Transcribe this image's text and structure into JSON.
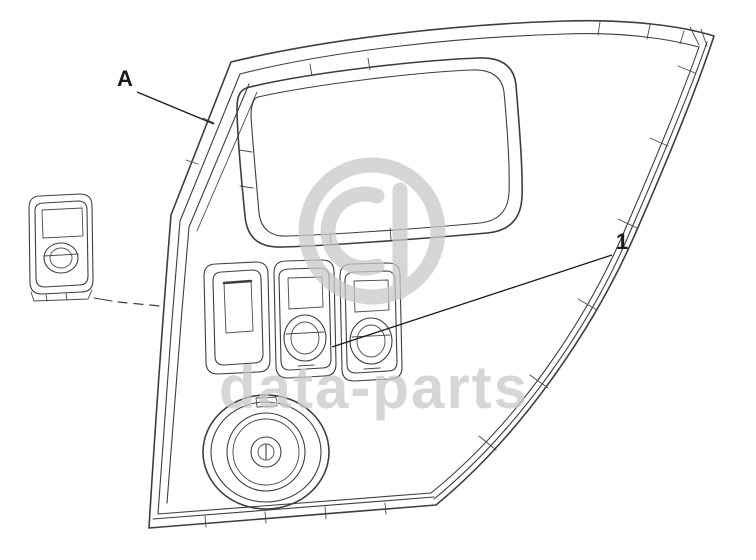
{
  "diagram": {
    "type": "technical-parts-illustration",
    "callouts": {
      "panel_label": "A",
      "part_label": "1"
    },
    "watermark": {
      "text": "data-parts"
    },
    "colors": {
      "line": "#3e3e3e",
      "label": "#1a1a1a",
      "watermark": "#c9c9c9",
      "background": "#ffffff"
    },
    "parts": [
      "dashboard-side-panel",
      "storage-opening",
      "blank-switch-slot",
      "rocker-switch-middle",
      "rocker-switch-right",
      "ignition-switch",
      "detached-rocker-switch"
    ]
  }
}
